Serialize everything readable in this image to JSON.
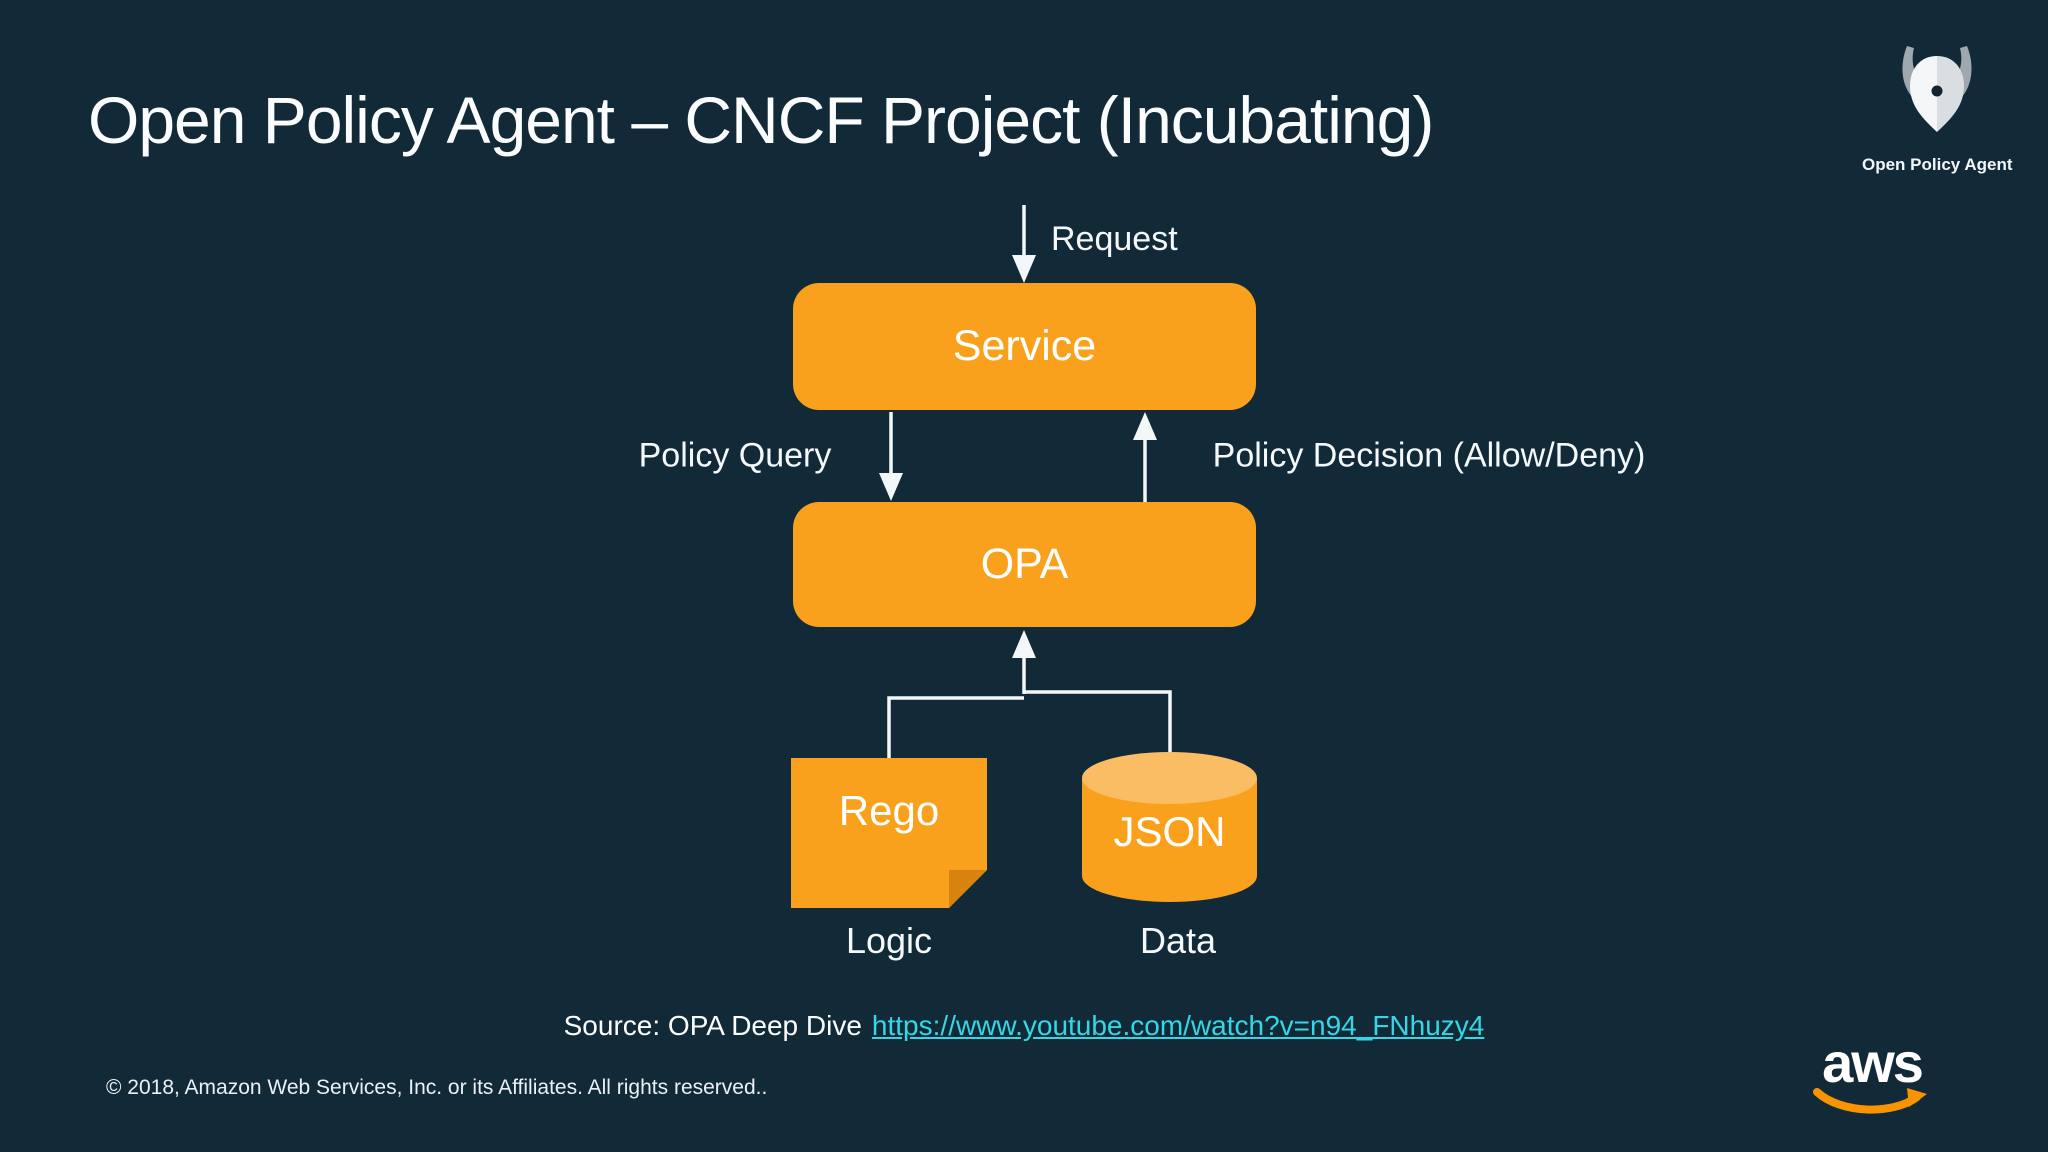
{
  "slide": {
    "title": "Open Policy Agent – CNCF Project (Incubating)",
    "background_color": "#122A37"
  },
  "opa_logo": {
    "caption": "Open Policy Agent"
  },
  "diagram": {
    "request_label": "Request",
    "service_label": "Service",
    "policy_query_label": "Policy Query",
    "policy_decision_label": "Policy Decision (Allow/Deny)",
    "opa_label": "OPA",
    "rego_label": "Rego",
    "json_label": "JSON",
    "logic_label": "Logic",
    "data_label": "Data",
    "accent_orange": "#F9A11C",
    "cylinder_top_orange": "#FBBD63",
    "arrow_color": "#F4F7F8"
  },
  "footer": {
    "source_prefix": "Source: OPA Deep Dive",
    "link_text": "https://www.youtube.com/watch?v=n94_FNhuzy4",
    "link_href": "https://www.youtube.com/watch?v=n94_FNhuzy4",
    "link_color": "#35D6E6",
    "copyright": "© 2018, Amazon Web Services, Inc. or its Affiliates. All rights reserved..",
    "aws_wordmark": "aws"
  }
}
